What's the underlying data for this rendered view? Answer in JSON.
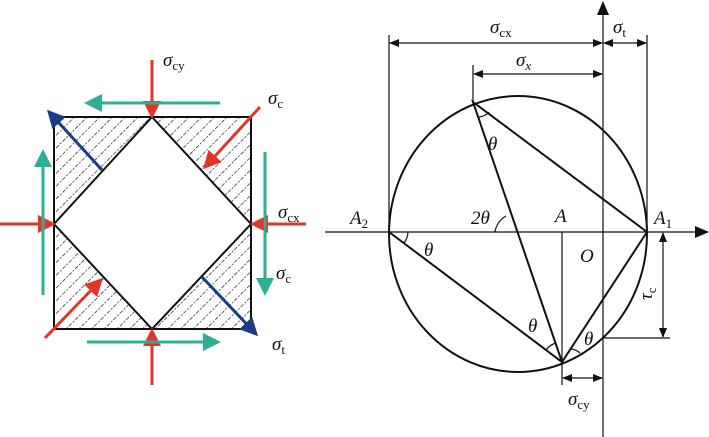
{
  "colors": {
    "compression": "#e0352b",
    "shear": "#2fae96",
    "tension": "#1b3b86",
    "line": "#111111"
  },
  "left_labels": {
    "sigma_cy": {
      "sym": "σ",
      "sub": "cy"
    },
    "sigma_c_top": {
      "sym": "σ",
      "sub": "c"
    },
    "sigma_cx": {
      "sym": "σ",
      "sub": "cx"
    },
    "sigma_c_right": {
      "sym": "σ",
      "sub": "c"
    },
    "sigma_t": {
      "sym": "σ",
      "sub": "t"
    }
  },
  "right_labels": {
    "sigma_cx": {
      "sym": "σ",
      "sub": "cx"
    },
    "sigma_t": {
      "sym": "σ",
      "sub": "t"
    },
    "sigma_x": {
      "sym": "σ",
      "sub": "x"
    },
    "theta": "θ",
    "two_theta": "2θ",
    "A": "A",
    "A1": {
      "sym": "A",
      "sub": "1"
    },
    "A2": {
      "sym": "A",
      "sub": "2"
    },
    "O": "O",
    "tau_c": {
      "sym": "τ",
      "sub": "c"
    },
    "sigma_cy": {
      "sym": "σ",
      "sub": "cy"
    }
  }
}
